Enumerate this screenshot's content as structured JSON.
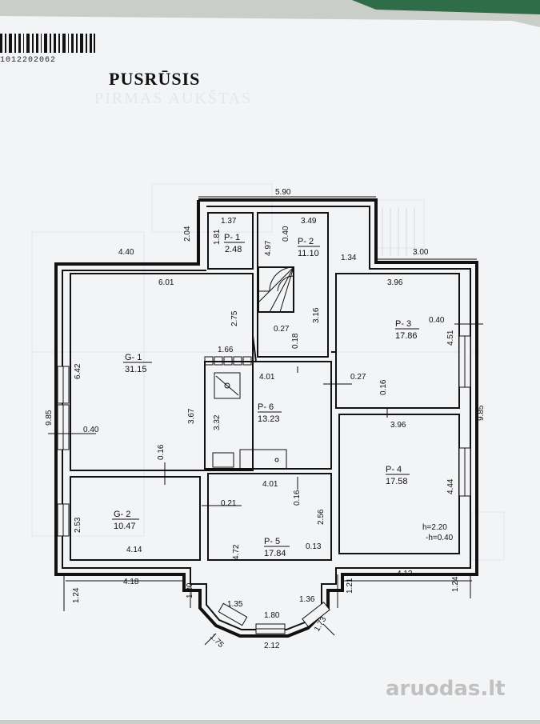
{
  "barcode_number": "1012202062",
  "title": "PUSRŪSIS",
  "ghost_title": "PIRMAS AUKŠTAS",
  "watermark": "aruodas.lt",
  "colors": {
    "paper": "#f3f4f6",
    "ink": "#111111",
    "backdrop": "#c9cfc8"
  },
  "rooms": [
    {
      "id": "P- 1",
      "area": "2.48"
    },
    {
      "id": "P- 2",
      "area": "11.10"
    },
    {
      "id": "P- 3",
      "area": "17.86"
    },
    {
      "id": "P- 4",
      "area": "17.58"
    },
    {
      "id": "P- 5",
      "area": "17.84"
    },
    {
      "id": "P- 6",
      "area": "13.23"
    },
    {
      "id": "G- 1",
      "area": "31.15"
    },
    {
      "id": "G- 2",
      "area": "10.47"
    }
  ],
  "dimensions": [
    "5.90",
    "3.49",
    "1.37",
    "1.81",
    "0.40",
    "4.97",
    "2.04",
    "4.40",
    "6.01",
    "2.75",
    "0.27",
    "0.18",
    "3.16",
    "1.34",
    "3.00",
    "3.96",
    "0.40",
    "4.51",
    "1.66",
    "4.01",
    "0.27",
    "0.16",
    "6.42",
    "9.85",
    "0.40",
    "3.67",
    "3.32",
    "3.96",
    "9.85",
    "0.16",
    "4.01",
    "0.16",
    "0.21",
    "2.53",
    "2.56",
    "4.44",
    "4.72",
    "0.13",
    "4.14",
    "4.18",
    "4.12",
    "1.20",
    "1.21",
    "1.24",
    "1.24",
    "1.35",
    "1.36",
    "1.80",
    "1.75",
    "1.73",
    "2.12"
  ],
  "notes": [
    "h=2.20",
    "-h=0.40"
  ]
}
